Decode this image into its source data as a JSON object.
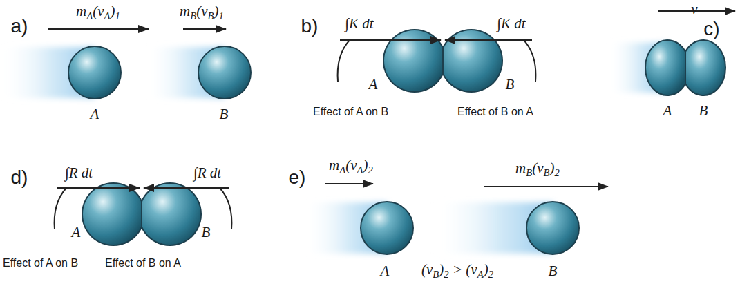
{
  "diagram": {
    "labels": [
      "a)",
      "mA(vA)1",
      "mB(vB)1",
      "A",
      "B",
      "b)",
      "∫K dt",
      "∫K dt",
      "A",
      "B",
      "Effect of A on B",
      "Effect of B on A",
      "c)",
      "v",
      "A",
      "B",
      "d)",
      "∫R dt",
      "∫R dt",
      "A",
      "B",
      "Effect of A on B",
      "Effect of B on A",
      "e)",
      "mA(vA)2",
      "(vB)2 > (vA)2",
      "mB(vB)2",
      "A",
      "B"
    ]
  }
}
